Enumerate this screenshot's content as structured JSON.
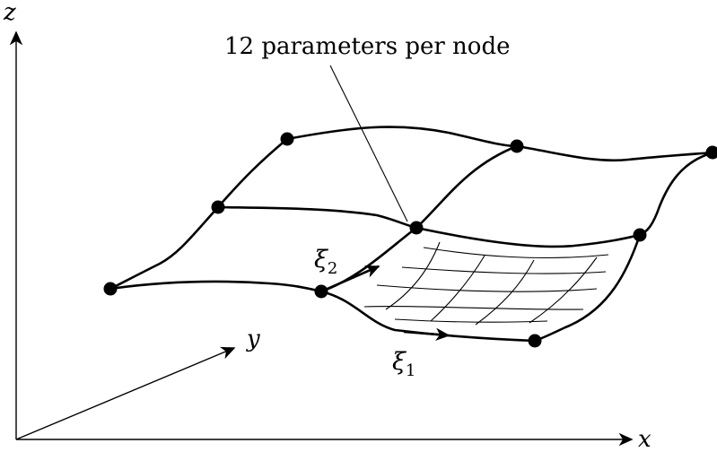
{
  "annotation": {
    "text": "12 parameters per node"
  },
  "axes": {
    "x": {
      "label": "x"
    },
    "y": {
      "label": "y"
    },
    "z": {
      "label": "z"
    }
  },
  "coords": {
    "xi1": {
      "symbol": "ξ",
      "subscript": "1"
    },
    "xi2": {
      "symbol": "ξ",
      "subscript": "2"
    }
  },
  "colors": {
    "ink": "#000000",
    "background": "#ffffff"
  }
}
